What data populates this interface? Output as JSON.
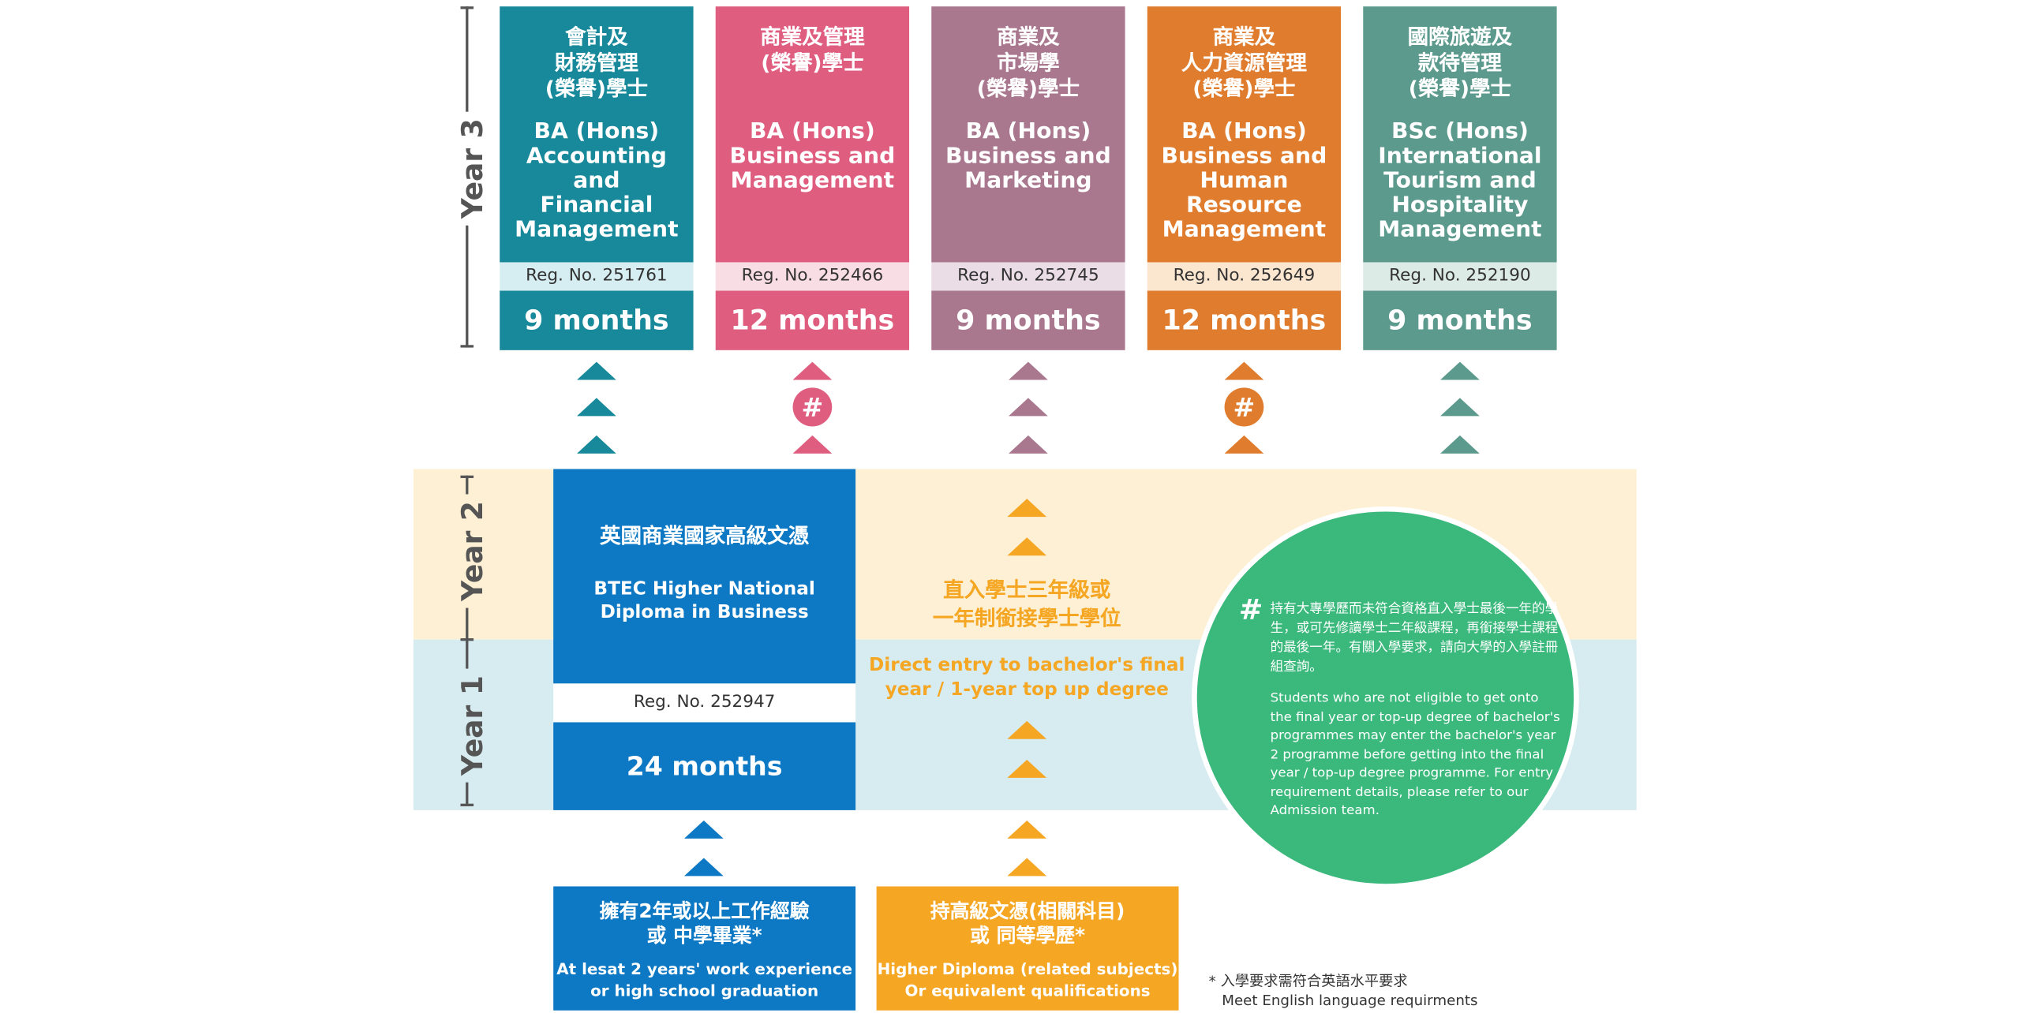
{
  "year_labels": {
    "year3": "Year 3",
    "year2": "Year 2",
    "year1": "Year 1"
  },
  "programmes": [
    {
      "zh": [
        "會計及",
        "財務管理",
        "(榮譽)學士"
      ],
      "en": [
        "BA (Hons)",
        "Accounting and",
        "Financial",
        "Management"
      ],
      "reg": "Reg. No. 251761",
      "duration": "9 months",
      "color": "#17899a",
      "reg_bg": "#d6eef2",
      "arrow_style": "arrows"
    },
    {
      "zh": [
        "商業及管理",
        "(榮譽)學士"
      ],
      "en": [
        "BA (Hons)",
        "Business and",
        "Management"
      ],
      "reg": "Reg. No. 252466",
      "duration": "12 months",
      "color": "#df5e80",
      "reg_bg": "#f9dde4",
      "arrow_style": "hash"
    },
    {
      "zh": [
        "商業及",
        "市場學",
        "(榮譽)學士"
      ],
      "en": [
        "BA (Hons)",
        "Business and",
        "Marketing"
      ],
      "reg": "Reg. No. 252745",
      "duration": "9 months",
      "color": "#a9778e",
      "reg_bg": "#ebdde6",
      "arrow_style": "arrows"
    },
    {
      "zh": [
        "商業及",
        "人力資源管理",
        "(榮譽)學士"
      ],
      "en": [
        "BA (Hons)",
        "Business and",
        "Human",
        "Resource",
        "Management"
      ],
      "reg": "Reg. No. 252649",
      "duration": "12 months",
      "color": "#e07c2e",
      "reg_bg": "#fbe6cf",
      "arrow_style": "hash"
    },
    {
      "zh": [
        "國際旅遊及",
        "款待管理",
        "(榮譽)學士"
      ],
      "en": [
        "BSc (Hons)",
        "International",
        "Tourism and",
        "Hospitality",
        "Management"
      ],
      "reg": "Reg. No. 252190",
      "duration": "9 months",
      "color": "#5b9a8c",
      "reg_bg": "#dcebe6",
      "arrow_style": "arrows"
    }
  ],
  "hash_symbol": "#",
  "btec": {
    "zh": "英國商業國家高級文憑",
    "en": [
      "BTEC Higher National",
      "Diploma in Business"
    ],
    "reg": "Reg. No. 252947",
    "duration": "24 months",
    "color": "#0d78c3"
  },
  "direct_entry": {
    "zh": [
      "直入學士三年級或",
      "一年制銜接學士學位"
    ],
    "en": [
      "Direct entry to bachelor's final",
      "year / 1-year top up degree"
    ],
    "color": "#f5a623"
  },
  "note_circle": {
    "zh": "持有大專學歷而未符合資格直入學士最後一年的學生，或可先修讀學士二年級課程，再銜接學士課程的最後一年。有關入學要求，請向大學的入學註冊組查詢。",
    "en": "Students who are not eligible to get onto the final year or top-up degree of bachelor's programmes may enter the bachelor's year 2 programme before getting into the final year / top-up degree programme. For entry requirement details, please refer to our Admission team.",
    "color": "#3bb97c"
  },
  "entry_boxes": [
    {
      "zh": [
        "擁有2年或以上工作經驗",
        "或 中學畢業*"
      ],
      "en": [
        "At lesat 2 years' work experience",
        "or high school graduation"
      ],
      "color": "#0d78c3"
    },
    {
      "zh": [
        "持高級文憑(相關科目)",
        "或 同等學歷*"
      ],
      "en": [
        "Higher Diploma (related subjects)",
        "Or equivalent qualifications"
      ],
      "color": "#f5a623"
    }
  ],
  "footnote": {
    "zh": "* 入學要求需符合英語水平要求",
    "en": "Meet English language requirments"
  },
  "colors": {
    "year2_band": "#fdf0d4",
    "year1_band": "#d7ecf0",
    "axis": "#555555"
  }
}
